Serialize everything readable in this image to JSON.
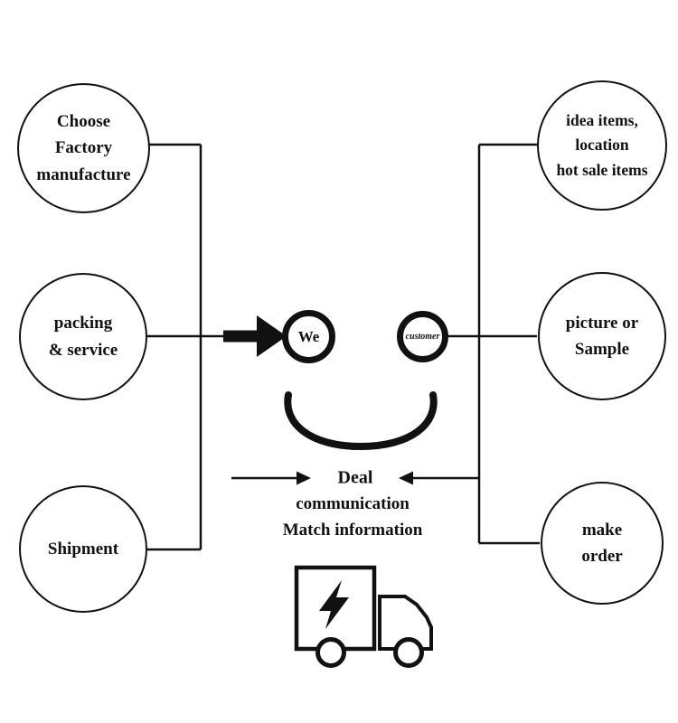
{
  "colors": {
    "ink": "#111111",
    "background": "#ffffff"
  },
  "left_nodes": [
    {
      "lines": [
        "Choose",
        "Factory",
        "manufacture"
      ]
    },
    {
      "lines": [
        "packing",
        "& service"
      ]
    },
    {
      "lines": [
        "Shipment"
      ]
    }
  ],
  "right_nodes": [
    {
      "lines": [
        "idea items,",
        "location",
        "hot sale items"
      ]
    },
    {
      "lines": [
        "picture or",
        "Sample"
      ]
    },
    {
      "lines": [
        "make",
        "order"
      ]
    }
  ],
  "face": {
    "left_eye": "We",
    "right_eye": "customer"
  },
  "deal": {
    "title": "Deal",
    "line2": "communication",
    "line3": "Match information"
  },
  "icons": {
    "truck": "delivery-truck-icon",
    "bolt": "lightning-bolt-icon"
  }
}
